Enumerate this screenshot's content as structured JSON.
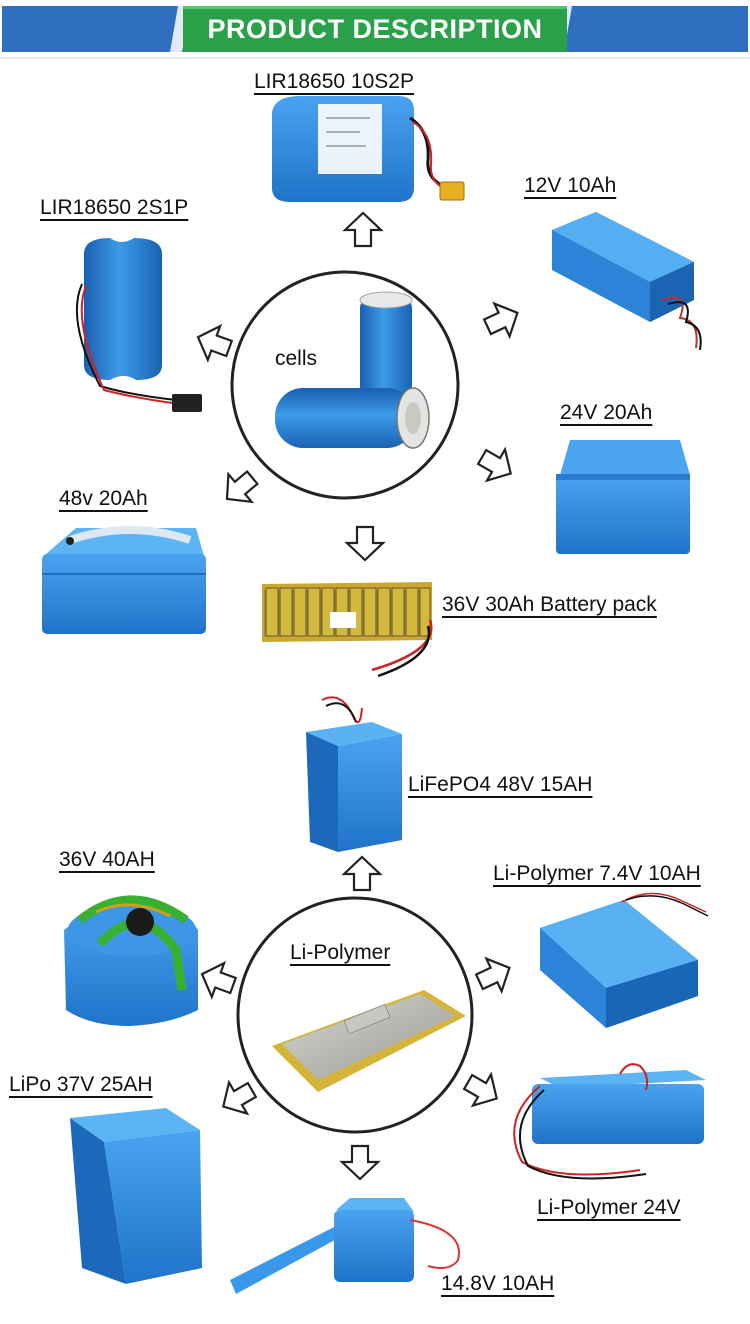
{
  "header": {
    "title": "PRODUCT DESCRIPTION"
  },
  "cells_group": {
    "center_label": "cells",
    "products": [
      {
        "label": "LIR18650 10S2P"
      },
      {
        "label": "LIR18650 2S1P"
      },
      {
        "label": "12V 10Ah"
      },
      {
        "label": "24V 20Ah"
      },
      {
        "label": "48v 20Ah"
      },
      {
        "label": "36V 30Ah Battery pack"
      }
    ]
  },
  "polymer_group": {
    "center_label": "Li-Polymer",
    "products": [
      {
        "label": "LiFePO4 48V 15AH"
      },
      {
        "label": "36V 40AH"
      },
      {
        "label": "Li-Polymer 7.4V 10AH"
      },
      {
        "label": "LiPo 37V 25AH"
      },
      {
        "label": "Li-Polymer 24V"
      },
      {
        "label": "14.8V 10AH"
      }
    ]
  },
  "colors": {
    "banner_blue": "#2e6fc0",
    "banner_green": "#2aa04a",
    "battery_blue": "#2b8be0"
  },
  "icons": [
    "outline-arrow-icon"
  ]
}
